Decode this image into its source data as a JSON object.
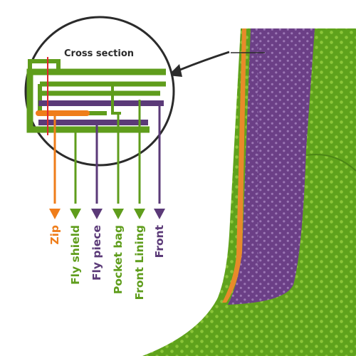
{
  "diagram": {
    "title": "Cross section",
    "labels": [
      {
        "key": "zip",
        "text": "Zip",
        "color": "#ef7d1a"
      },
      {
        "key": "fly-shield",
        "text": "Fly shield",
        "color": "#5f9d1c"
      },
      {
        "key": "fly-piece",
        "text": "Fly piece",
        "color": "#5b3a78"
      },
      {
        "key": "pocket-bag",
        "text": "Pocket bag",
        "color": "#5f9d1c"
      },
      {
        "key": "front-lining",
        "text": "Front Lining",
        "color": "#5f9d1c"
      },
      {
        "key": "front",
        "text": "Front",
        "color": "#5b3a78"
      }
    ],
    "colors": {
      "green": "#5f9d1c",
      "purple": "#5b3a78",
      "orange": "#ef7d1a",
      "red": "#e0262d",
      "dark": "#2b2b2b"
    }
  }
}
